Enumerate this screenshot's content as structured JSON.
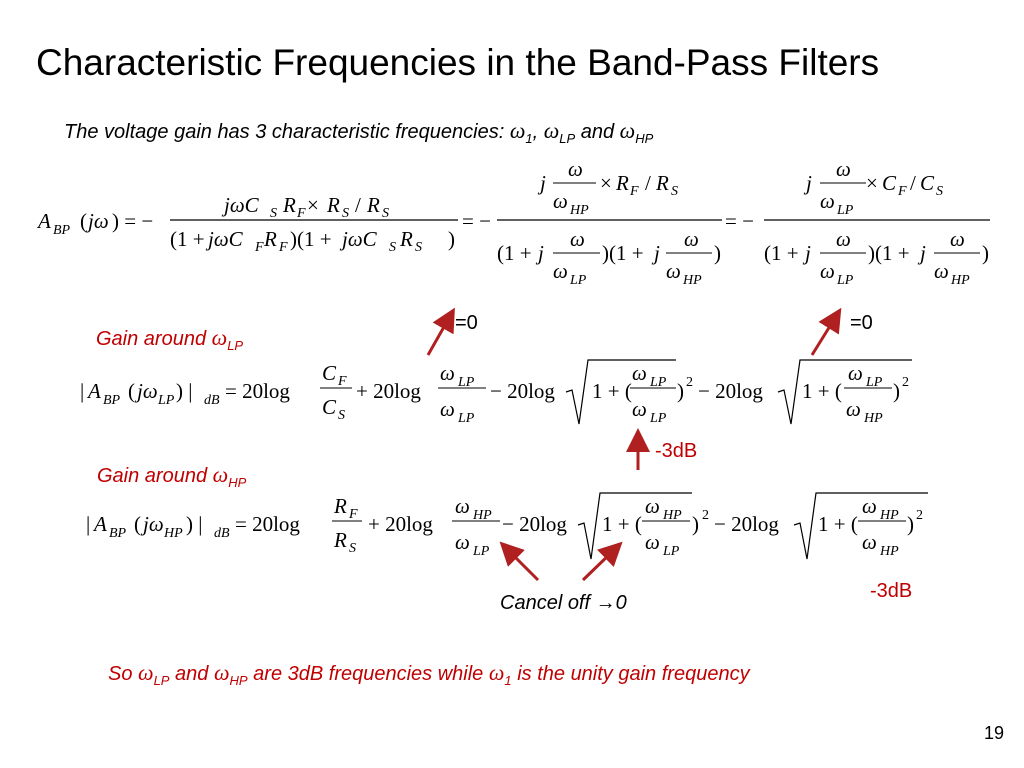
{
  "title": "Characteristic Frequencies in the Band-Pass Filters",
  "intro": {
    "text": "The voltage gain has 3 characteristic frequencies:",
    "omega": "ω",
    "sub1": "1",
    "sep": ",",
    "sub_lp": "LP",
    "and": "and",
    "sub_hp": "HP"
  },
  "labels": {
    "gain_lp": {
      "text": "Gain around",
      "omega": "ω",
      "sub": "LP"
    },
    "gain_hp": {
      "text": "Gain around",
      "omega": "ω",
      "sub": "HP"
    }
  },
  "annotations": {
    "eq0_left": "=0",
    "eq0_right": "=0",
    "minus3db_lp": "-3dB",
    "minus3db_hp": "-3dB",
    "cancel_off": "Cancel off →0"
  },
  "conclusion": {
    "so": "So",
    "omega": "ω",
    "sub_lp": "LP",
    "and": "and",
    "sub_hp": "HP",
    "mid": "are 3dB frequencies while",
    "sub1": "1",
    "end": "is the unity gain frequency"
  },
  "page_number": "19",
  "colors": {
    "red": "#c00000",
    "arrow": "#b02020",
    "text": "#000000"
  }
}
